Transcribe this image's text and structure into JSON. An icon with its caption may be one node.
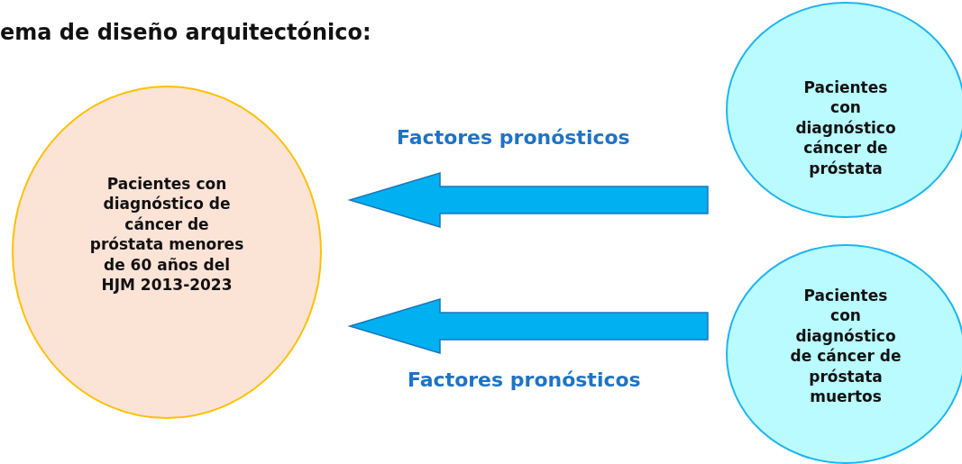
{
  "diagram": {
    "title": "ema de diseño arquitectónico:",
    "nodes": [
      {
        "text": [
          "Pacientes con diagnóstico de cáncer de próstata menores de 60 años del HJM 2013-2023"
        ]
      },
      {
        "text": [
          "Pacientes con diagnóstico cáncer de próstata"
        ]
      },
      {
        "text": [
          "Pacientes con diagnóstico de cáncer de próstata muertos"
        ]
      }
    ],
    "edges": [
      {
        "from": 1,
        "to": 0,
        "arrow": "to",
        "label": "Factores pronósticos",
        "style": "thick"
      },
      {
        "from": 2,
        "to": 0,
        "arrow": "to",
        "label": "Factores pronósticos",
        "style": "thick"
      }
    ]
  }
}
